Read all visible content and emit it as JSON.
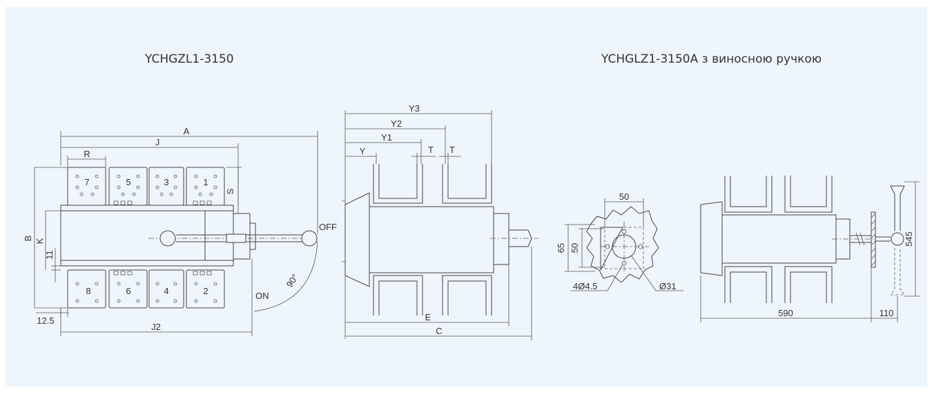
{
  "titles": {
    "left": "YCHGZL1-3150",
    "right": "YCHGLZ1-3150A з виносною ручкою"
  },
  "front_view": {
    "dims": {
      "A": "A",
      "J": "J",
      "R": "R",
      "S": "S",
      "B": "B",
      "K": "K",
      "d11": "11",
      "d12_5": "12.5",
      "J2": "J2"
    },
    "terminals_top": [
      "7",
      "5",
      "3",
      "1"
    ],
    "terminals_bottom": [
      "8",
      "6",
      "4",
      "2"
    ],
    "off": "OFF",
    "on": "ON",
    "angle": "90°"
  },
  "side_view": {
    "dims": {
      "Y3": "Y3",
      "Y2": "Y2",
      "Y1": "Y1",
      "Y": "Y",
      "T1": "T",
      "T2": "T",
      "E": "E",
      "C": "C"
    }
  },
  "panel_cutout": {
    "dims": {
      "w50": "50",
      "h65": "65",
      "h50": "50",
      "holes": "4Ø4.5",
      "bore": "Ø31"
    }
  },
  "remote_view": {
    "dims": {
      "d590": "590",
      "d110": "110",
      "d545": "545"
    }
  },
  "colors": {
    "background": "#eef5fb",
    "line": "#444444"
  }
}
